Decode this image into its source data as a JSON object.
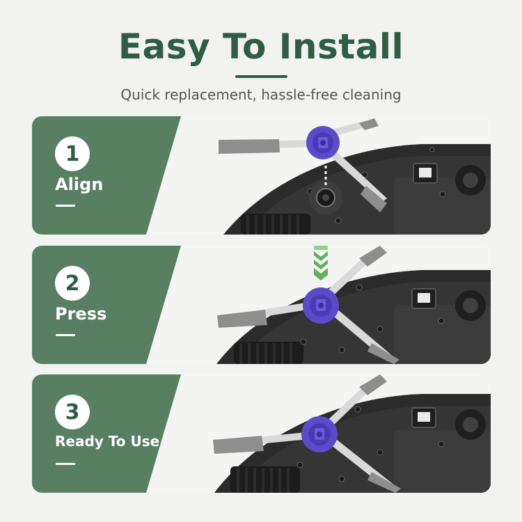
{
  "heading": {
    "title": "Easy To Install",
    "subtitle": "Quick replacement, hassle-free cleaning"
  },
  "steps": [
    {
      "number": "1",
      "label": "Align"
    },
    {
      "number": "2",
      "label": "Press"
    },
    {
      "number": "3",
      "label": "Ready To Use"
    }
  ],
  "colors": {
    "brand_green": "#2f5c44",
    "panel_green": "#587f62",
    "brush_hub": "#5b4bc9",
    "robot_body": "#2b2b2c",
    "arrow_green": "#5fb15f"
  }
}
